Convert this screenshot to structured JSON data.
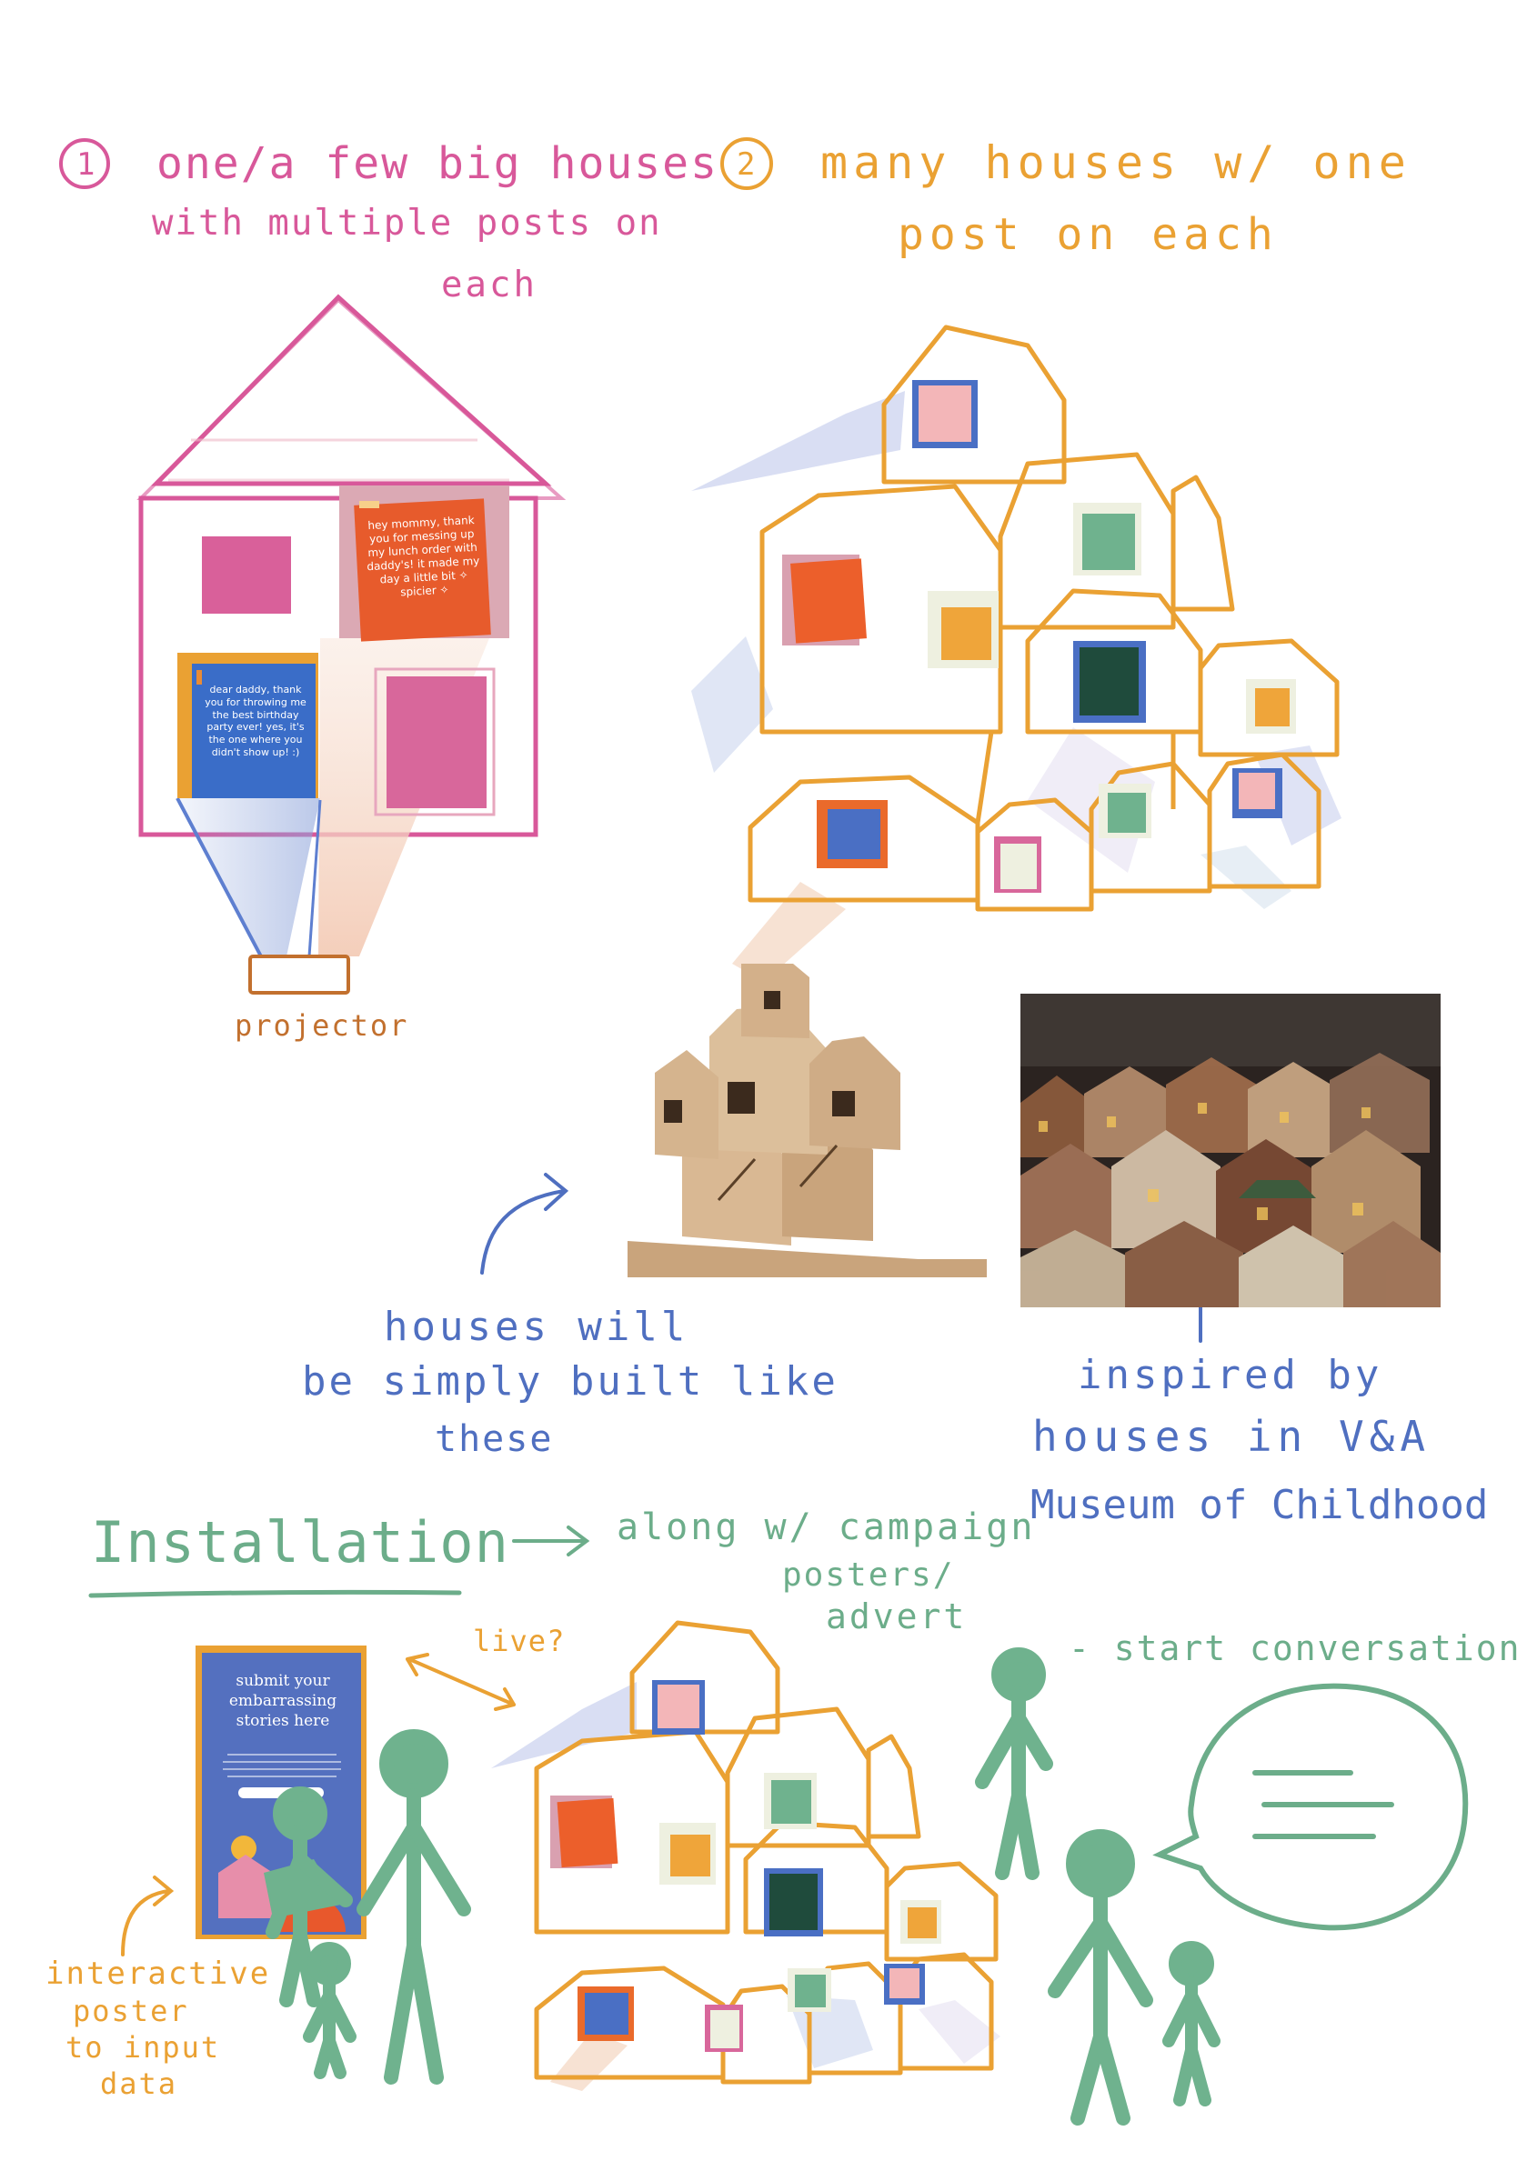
{
  "colors": {
    "pink": "#d8589a",
    "orange": "#eaa133",
    "brown": "#c2702e",
    "blue": "#4f6fc0",
    "green": "#6cad8a",
    "poster_blue": "#5470bf"
  },
  "option1": {
    "number": "1",
    "line1": "one/a few big houses",
    "line2": "with multiple posts on",
    "line3": "each"
  },
  "option2": {
    "number": "2",
    "line1": "many houses w/ one",
    "line2": "post on each"
  },
  "big_house": {
    "note_pink": "hey mommy, thank you for messing up my lunch order with daddy's! it made my day a little bit ✧ spicier ✧",
    "note_blue": "dear daddy, thank you for throwing me the best birthday party ever! yes, it's the one where you didn't show up! :)"
  },
  "projector_label": "projector",
  "houses_note": {
    "line1": "houses will",
    "line2": "be simply built like",
    "line3": "these"
  },
  "inspired_note": {
    "line1": "inspired by",
    "line2": "houses in V&A",
    "line3": "Museum of Childhood"
  },
  "installation": {
    "title": "Installation",
    "arrow_text_1": "along w/ campaign",
    "arrow_text_2": "posters/",
    "arrow_text_3": "advert",
    "live_label": "live?",
    "conversation_label": "- start conversations!"
  },
  "poster": {
    "title": "submit your embarrassing stories here"
  },
  "interactive_note": {
    "line1": "interactive",
    "line2": "poster",
    "line3": "to input",
    "line4": "data"
  }
}
